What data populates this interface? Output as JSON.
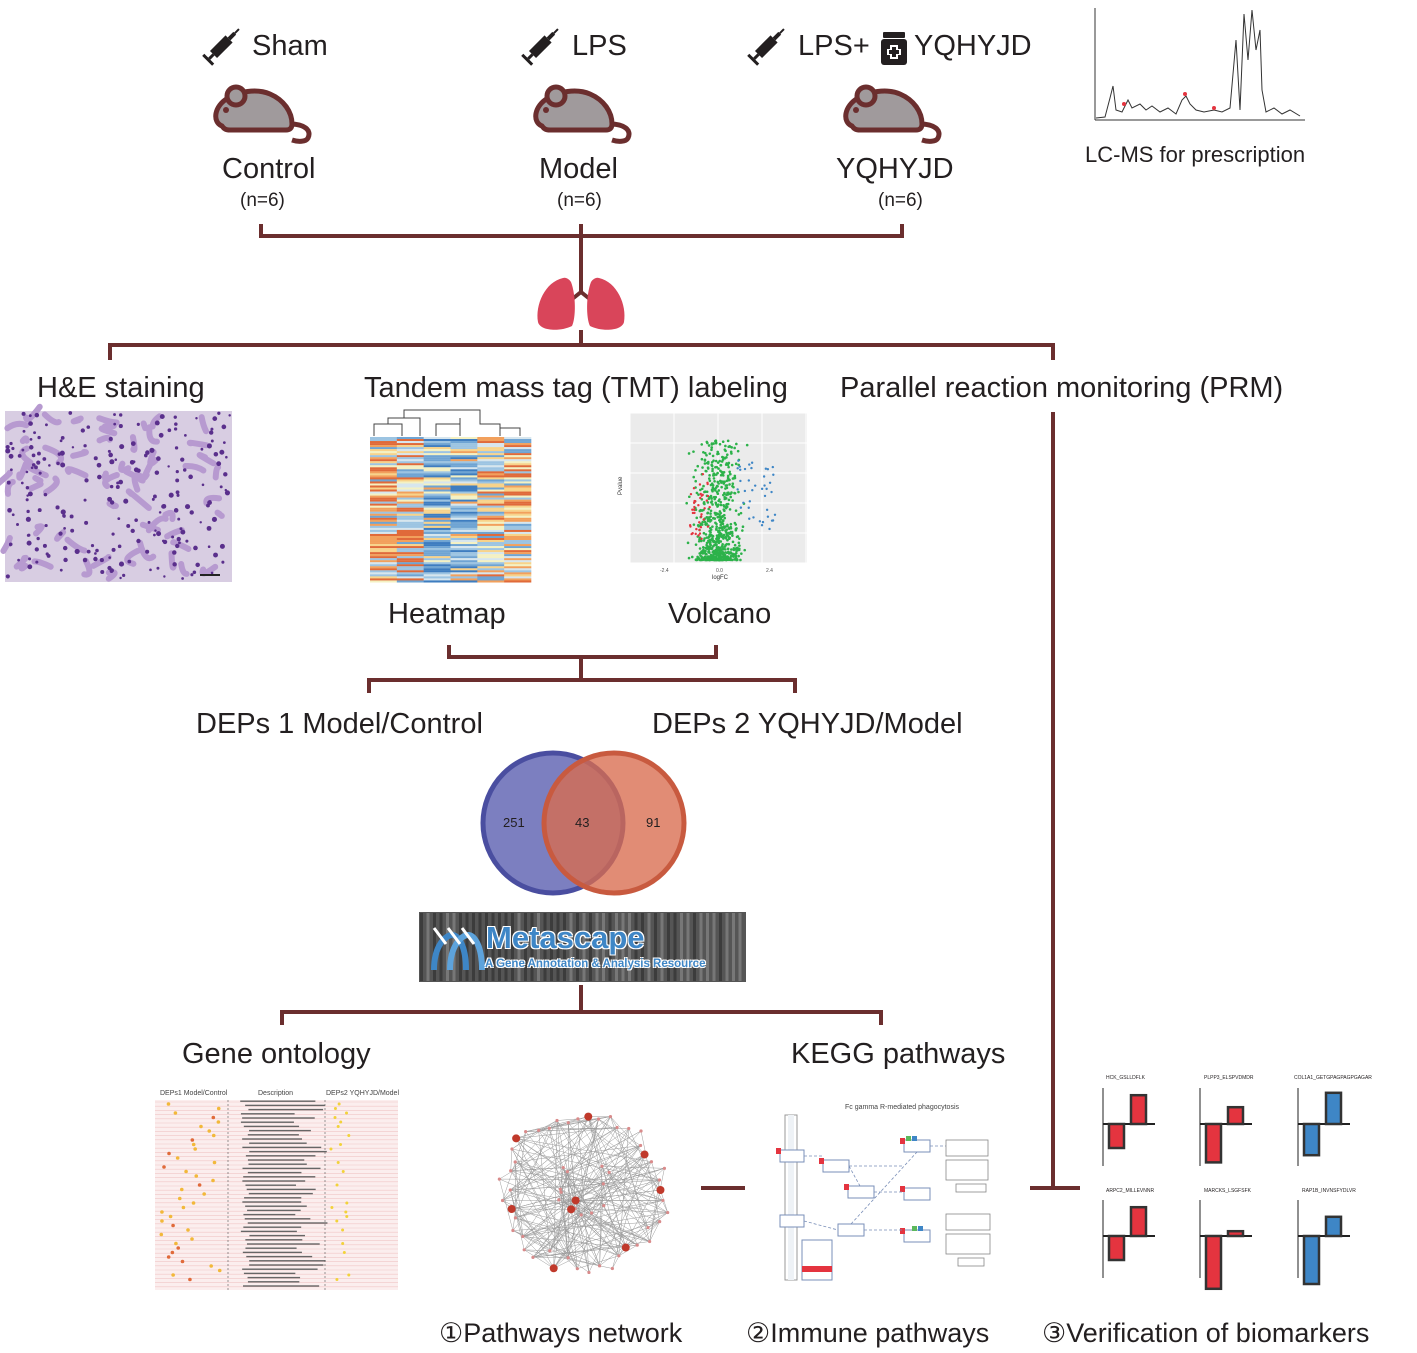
{
  "groups": [
    {
      "treatment": "Sham",
      "group": "Control",
      "n": "(n=6)"
    },
    {
      "treatment": "LPS",
      "group": "Model",
      "n": "(n=6)"
    },
    {
      "treatment": "LPS+",
      "treatment_suffix": "YQHYJD",
      "group": "YQHYJD",
      "n": "(n=6)"
    }
  ],
  "lcms_label": "LC-MS for prescription",
  "methods": {
    "he": "H&E staining",
    "tmt": "Tandem mass tag (TMT) labeling",
    "prm": "Parallel reaction monitoring (PRM)"
  },
  "tmt_outputs": {
    "heatmap": "Heatmap",
    "volcano": "Volcano"
  },
  "deps": {
    "deps1": "DEPs 1 Model/Control",
    "deps2": "DEPs 2 YQHYJD/Model"
  },
  "venn": {
    "left_only": "251",
    "overlap": "43",
    "right_only": "91"
  },
  "metascape": {
    "title": "Metascape",
    "subtitle": "A Gene Annotation & Analysis Resource"
  },
  "analyses": {
    "go": "Gene ontology",
    "kegg": "KEGG pathways"
  },
  "go_panel": {
    "col1": "DEPs1 Model/Control",
    "col2": "Description",
    "col3": "DEPs2 YQHYJD/Model"
  },
  "kegg_panel": {
    "title": "Fc gamma R-mediated phagocytosis"
  },
  "biomarkers": [
    "HCK_GSLLDFLK",
    "PLPP3_ELSPVDMDR",
    "COL1A1_GETGPAGPAGPGAGAR",
    "ARPC2_MILLEVNNR",
    "MARCKS_LSGFSFK",
    "RAP1B_INVNSFYDLVR"
  ],
  "results": {
    "r1": "①Pathways network",
    "r2": "②Immune pathways",
    "r3": "③Verification of biomarkers"
  },
  "colors": {
    "line": "#6b2e2e",
    "mouse": "#a09a9c",
    "lung": "#d9455a",
    "venn_left": "#5b5fb0",
    "venn_right": "#d96b4e",
    "bar_red": "#e4343f",
    "bar_blue": "#3e86c6"
  }
}
